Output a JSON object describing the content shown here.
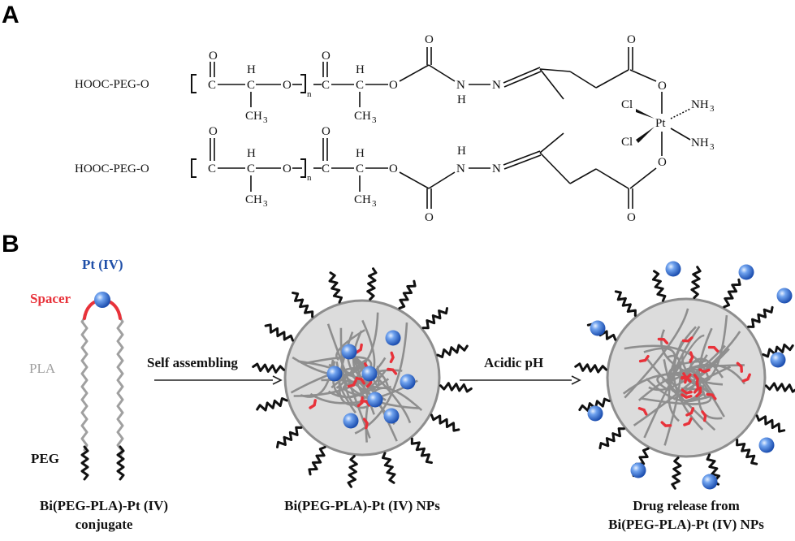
{
  "panel_a": {
    "label": "A",
    "molecule_1": {
      "terminal": "HOOC-PEG-O",
      "carbonyl_o_1": "O",
      "carbonyl_c_1": "C",
      "h_1": "H",
      "c_1": "C",
      "ester_o": "O",
      "repeat_n": "n",
      "carbonyl_o_2": "O",
      "carbonyl_c_2": "C",
      "h_2": "H",
      "c_2": "C",
      "ch3_1": "CH",
      "ch3_1_sub": "3",
      "ch3_2": "CH",
      "ch3_2_sub": "3",
      "o_link": "O",
      "carbamate_o": "O",
      "nh": "N",
      "h_nh": "H",
      "n_imine": "N",
      "acid_o": "O",
      "pt_o": "O"
    },
    "molecule_2": {
      "terminal": "HOOC-PEG-O",
      "carbonyl_o_1": "O",
      "carbonyl_c_1": "C",
      "h_1": "H",
      "c_1": "C",
      "ester_o": "O",
      "repeat_n": "n",
      "carbonyl_o_2": "O",
      "carbonyl_c_2": "C",
      "h_2": "H",
      "c_2": "C",
      "ch3_1": "CH",
      "ch3_1_sub": "3",
      "ch3_2": "CH",
      "ch3_2_sub": "3",
      "o_link": "O",
      "carbamate_o": "O",
      "nh": "N",
      "h_nh": "H",
      "n_imine": "N",
      "acid_o": "O",
      "pt_o": "O"
    },
    "platinum": {
      "center": "Pt",
      "cl_top": "Cl",
      "cl_bottom": "Cl",
      "nh3_top": "NH",
      "nh3_top_sub": "3",
      "nh3_bottom": "NH",
      "nh3_bottom_sub": "3"
    }
  },
  "panel_b": {
    "label": "B",
    "pt_label": "Pt  (IV)",
    "spacer_label": "Spacer",
    "pla_label": "PLA",
    "peg_label": "PEG",
    "arrow_1_label": "Self assembling",
    "arrow_2_label": "Acidic pH",
    "caption_conjugate_line1": "Bi(PEG-PLA)-Pt (IV)",
    "caption_conjugate_line2": "conjugate",
    "caption_nps": "Bi(PEG-PLA)-Pt (IV) NPs",
    "caption_release_line1": "Drug release from",
    "caption_release_line2": "Bi(PEG-PLA)-Pt (IV) NPs"
  },
  "colors": {
    "pt_sphere": "#2f6fd6",
    "spacer_red": "#e8323a",
    "pt_label": "#1f4fa8",
    "pla_gray": "#a0a0a0",
    "peg_black": "#111111"
  }
}
